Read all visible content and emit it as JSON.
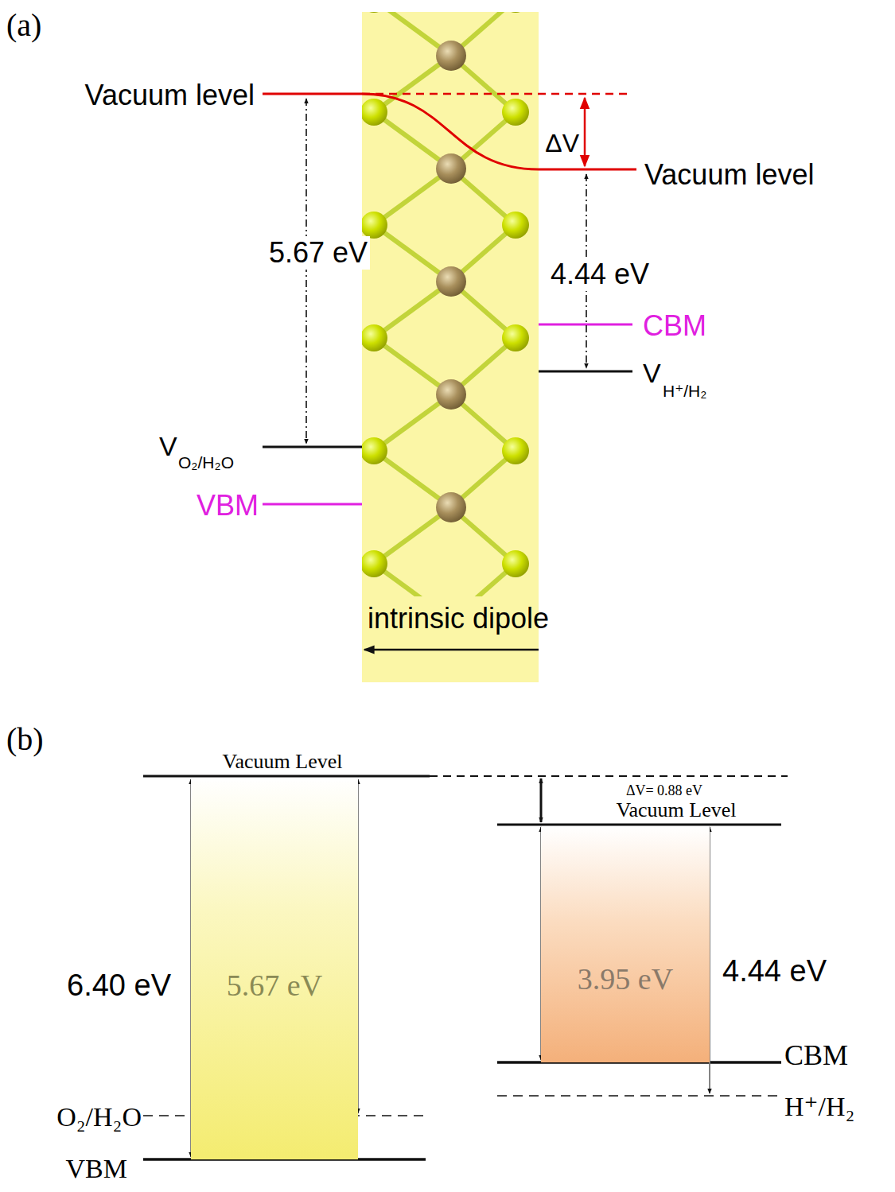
{
  "diagram": {
    "nodes": [
      {
        "text": [
          "5.67 eV"
        ]
      },
      {
        "text": [
          "3.95 eV"
        ]
      }
    ],
    "labels": [
      "(a)",
      "Vacuum level",
      "ΔV",
      "Vacuum level",
      "5.67 eV",
      "4.44 eV",
      "CBM",
      "V",
      "H⁺/H₂",
      "V",
      "O₂/H₂O",
      "VBM",
      "intrinsic dipole",
      "(b)",
      "Vacuum Level",
      "ΔV= 0.88 eV",
      "Vacuum Level",
      "6.40 eV",
      "4.44 eV",
      "O₂/H₂O",
      "VBM",
      "CBM",
      "H⁺/H₂"
    ]
  }
}
